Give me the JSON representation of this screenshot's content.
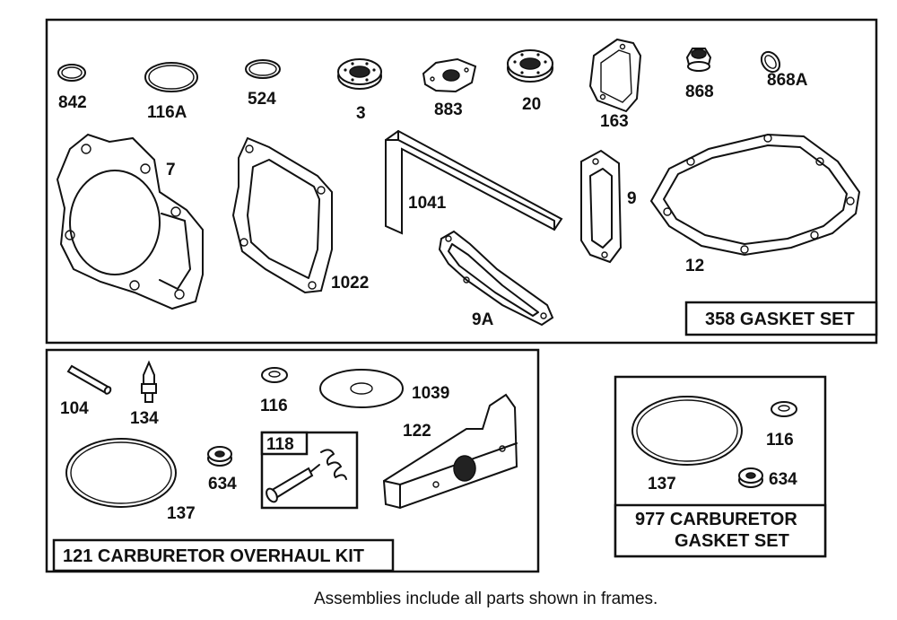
{
  "frames": {
    "gasket_set": {
      "title": "358 GASKET SET"
    },
    "carb_overhaul_kit": {
      "title": "121 CARBURETOR OVERHAUL KIT"
    },
    "carb_gasket_set": {
      "title_line1": "977 CARBURETOR",
      "title_line2": "GASKET SET"
    },
    "sub_kit_118": {
      "title": "118"
    }
  },
  "parts": {
    "p842": "842",
    "p116A": "116A",
    "p524": "524",
    "p3": "3",
    "p883": "883",
    "p20": "20",
    "p163": "163",
    "p868": "868",
    "p868A": "868A",
    "p7": "7",
    "p1041": "1041",
    "p9": "9",
    "p1022": "1022",
    "p12": "12",
    "p9A": "9A",
    "p104": "104",
    "p134": "134",
    "p116": "116",
    "p1039": "1039",
    "p122": "122",
    "p634": "634",
    "p137": "137",
    "p116b": "116",
    "p137b": "137",
    "p634b": "634"
  },
  "footer": {
    "note": "Assemblies include all parts shown in frames."
  }
}
